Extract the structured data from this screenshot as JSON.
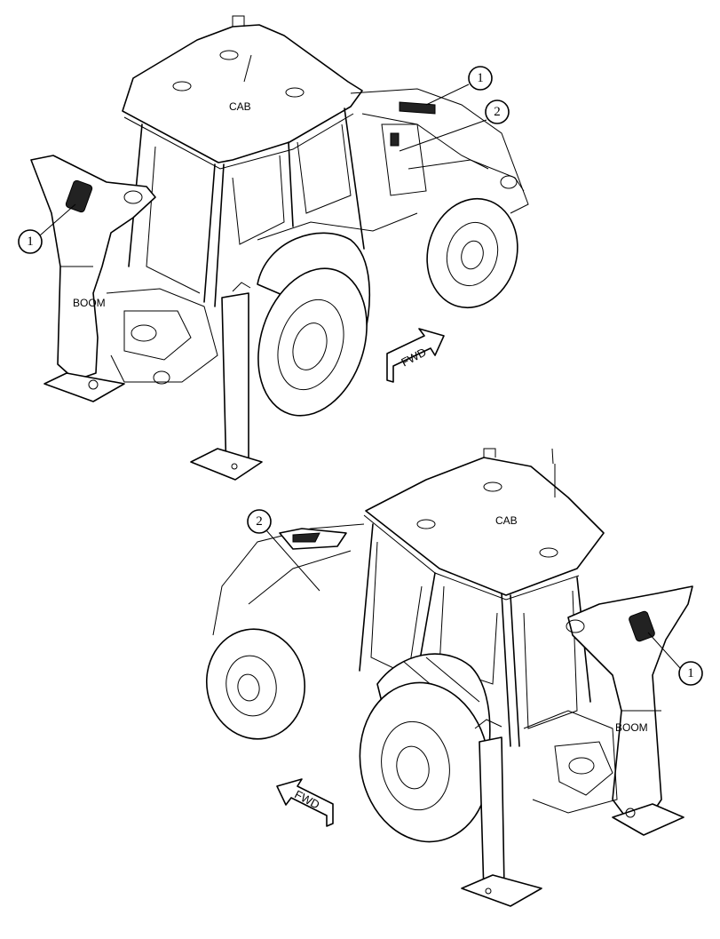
{
  "top_view": {
    "cab_label": "CAB",
    "boom_label": "BOOM",
    "fwd_label": "FWD",
    "callouts": [
      "1",
      "1",
      "2"
    ]
  },
  "bottom_view": {
    "cab_label": "CAB",
    "boom_label": "BOOM",
    "fwd_label": "FWD",
    "callouts": [
      "2",
      "1"
    ]
  }
}
